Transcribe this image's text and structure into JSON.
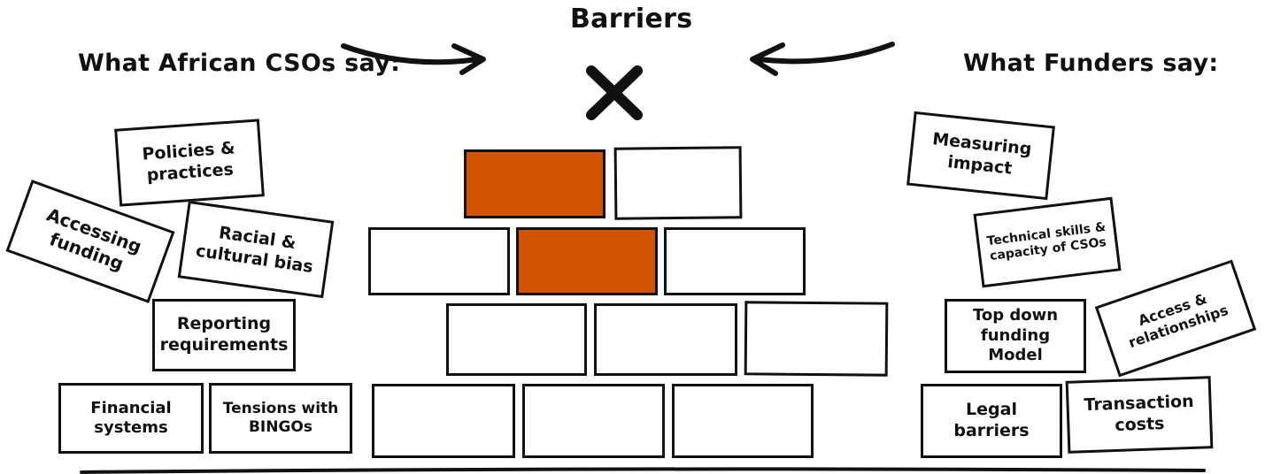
{
  "title": "Barriers",
  "left_heading": "What African CSOs say:",
  "right_heading": "What Funders say:",
  "cso_barriers": [
    "Policies & practices",
    "Accessing funding",
    "Racial & cultural bias",
    "Reporting requirements",
    "Financial systems",
    "Tensions with BINGOs"
  ],
  "funder_barriers": [
    "Measuring impact",
    "Technical skills & capacity of CSOs",
    "Top down funding Model",
    "Access & relationships",
    "Legal barriers",
    "Transaction costs"
  ],
  "wall": {
    "rows": [
      2,
      3,
      3,
      3
    ],
    "highlighted_bricks": 2,
    "highlight_color": "#d25400",
    "outline_color": "#111111"
  },
  "icons": {
    "blocker": "x-icon",
    "left_arrow": "curved-arrow-right-icon",
    "right_arrow": "curved-arrow-left-icon"
  }
}
